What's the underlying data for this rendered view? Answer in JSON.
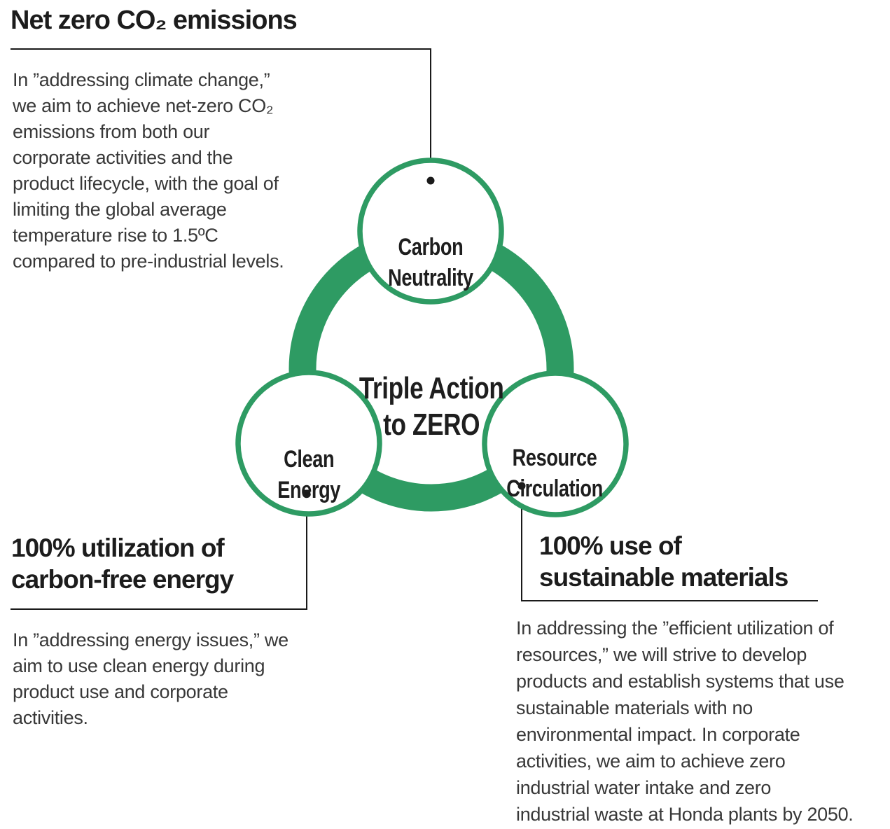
{
  "colors": {
    "green": "#2E9B63",
    "heading_text": "#1C1C1C",
    "body_text": "#383838",
    "line_black": "#1A1A1A",
    "circle_fill": "#FFFFFF"
  },
  "sections": {
    "carbon": {
      "heading": "Net zero CO₂ emissions",
      "body": "In ”addressing climate change,”\nwe aim to achieve net-zero CO₂\nemissions from both our\ncorporate activities and the\nproduct lifecycle, with the goal of\nlimiting the global average\ntemperature rise to 1.5ºC\ncompared to pre-industrial levels."
    },
    "energy": {
      "heading": "100% utilization of\ncarbon-free energy",
      "body": "In ”addressing energy issues,” we\naim to use clean energy during\nproduct use and corporate\nactivities."
    },
    "resource": {
      "heading": "100% use of\nsustainable materials",
      "body": "In addressing the ”efficient utilization of\nresources,” we will strive to develop\nproducts and establish systems that use\nsustainable materials with no\nenvironmental impact. In corporate\nactivities, we aim to achieve zero\nindustrial water intake and zero\nindustrial waste at Honda plants by 2050."
    }
  },
  "diagram": {
    "center_label": "Triple Action\nto ZERO",
    "circles": [
      {
        "id": "carbon-neutrality",
        "label": "Carbon\nNeutrality"
      },
      {
        "id": "clean-energy",
        "label": "Clean\nEnergy"
      },
      {
        "id": "resource-circulation",
        "label": "Resource\nCirculation"
      }
    ]
  }
}
